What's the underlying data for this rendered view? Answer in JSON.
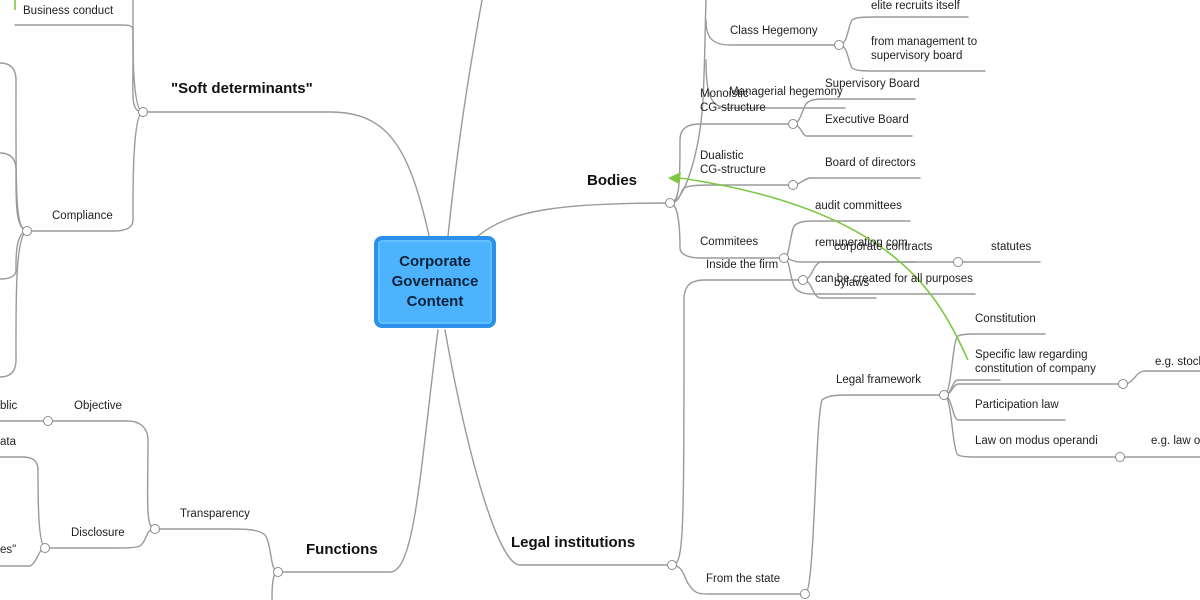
{
  "center": {
    "label": "Corporate\nGovernance\nContent"
  },
  "branches": {
    "soft_determinants": "\"Soft determinants\"",
    "bodies": "Bodies",
    "functions": "Functions",
    "legal_institutions": "Legal institutions"
  },
  "left": {
    "business_conduct": "Business conduct",
    "compliance": "Compliance",
    "objective": "Objective",
    "transparency": "Transparency",
    "disclosure": "Disclosure",
    "cut_blic": "blic",
    "cut_ata": "ata",
    "cut_es": "es\""
  },
  "bodies": {
    "class_hegemony": "Class Hegemony",
    "elite_recruits": "elite recruits itself",
    "from_management": "from management to\nsupervisory board",
    "managerial_hegemony": "Managerial hegemony",
    "monoistic": "Monoistic\nCG-structure",
    "supervisory_board": "Supervisory Board",
    "executive_board": "Executive Board",
    "dualistic": "Dualistic\nCG-structure",
    "board_of_directors": "Board of directors",
    "audit_committees": "audit committees",
    "commitees": "Commitees",
    "remuneration": "remuneration com",
    "all_purposes": "can be created for all purposes"
  },
  "legal": {
    "inside_the_firm": "Inside the firm",
    "corporate_contracts": "corporate contracts",
    "statutes": "statutes",
    "bylaws": "bylaws",
    "constitution": "Constitution",
    "specific_law": "Specific law regarding\nconstitution of company",
    "eg_stock": "e.g. stock",
    "participation_law": "Participation law",
    "legal_framework": "Legal framework",
    "law_on_modus": "Law on modus operandi",
    "eg_law_on": "e.g. law on",
    "from_the_state": "From the state"
  },
  "colors": {
    "center_fill": "#4db3ff",
    "center_border": "#2c8fea",
    "link_gray": "#9a9a9a",
    "relation_green": "#7dc843"
  }
}
